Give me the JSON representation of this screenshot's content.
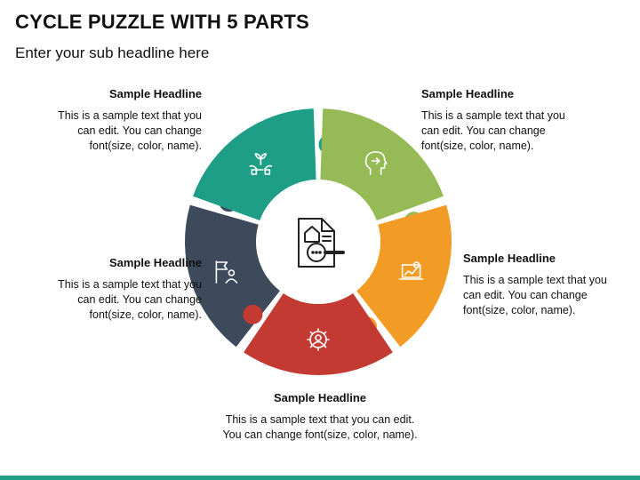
{
  "title": "CYCLE PUZZLE WITH 5 PARTS",
  "subtitle": "Enter your sub headline here",
  "blocks": [
    {
      "headline": "Sample Headline",
      "text": "This is a sample text that you\ncan edit. You can change\nfont(size, color, name)."
    },
    {
      "headline": "Sample Headline",
      "text": "This is a sample text that you\ncan edit. You can change\nfont(size, color, name)."
    },
    {
      "headline": "Sample Headline",
      "text": "This is a sample text that you\ncan edit. You can change\nfont(size, color, name)."
    },
    {
      "headline": "Sample Headline",
      "text": "This is a sample text that you can edit.\nYou can change font(size, color, name)."
    },
    {
      "headline": "Sample Headline",
      "text": "This is a sample text that you\ncan edit. You can change\nfont(size, color, name)."
    }
  ],
  "segments": [
    {
      "name": "navy",
      "color": "#3d4a5c",
      "icon": "flag-person-icon"
    },
    {
      "name": "teal",
      "color": "#1e9e86",
      "icon": "hands-plant-icon"
    },
    {
      "name": "green",
      "color": "#96bb56",
      "icon": "head-arrow-icon"
    },
    {
      "name": "orange",
      "color": "#f29b25",
      "icon": "laptop-chart-icon"
    },
    {
      "name": "red",
      "color": "#c23a32",
      "icon": "gear-person-icon"
    }
  ],
  "center_icon": "document-search-icon",
  "colors": {
    "bottom_bar": "#1e9e86",
    "icon_line": "#ffffff",
    "center_line": "#222222"
  }
}
